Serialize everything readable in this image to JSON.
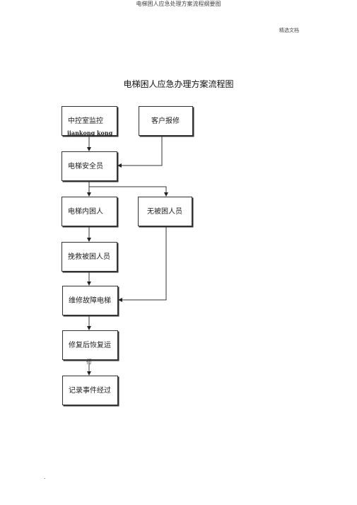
{
  "document": {
    "header": "电梯困人应急处理方案流程纲要图",
    "tag": "精选文档",
    "footer_mark": "."
  },
  "diagram": {
    "title": "电梯困人应急办理方案流程图",
    "nodes": {
      "central_monitor": "中控室监控",
      "customer_report": "客户报修",
      "safety_officer": "电梯安全员",
      "people_trapped": "电梯内困人",
      "no_people_trapped": "无被困人员",
      "rescue_trapped": "挽救被困人员",
      "repair_elevator": "维修故障电梯",
      "restore_operation": "修复后恢复运",
      "record_event": "记录事件经过"
    },
    "annotations": {
      "pinyin": "jiankong kong",
      "overflow_char": "行"
    }
  }
}
